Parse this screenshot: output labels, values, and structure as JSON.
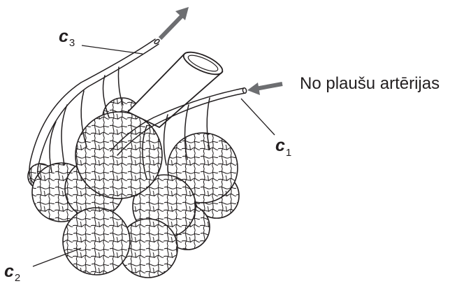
{
  "labels": {
    "c3": {
      "letter": "c",
      "subscript": "3"
    },
    "c1": {
      "letter": "c",
      "subscript": "1"
    },
    "c2": {
      "letter": "c",
      "subscript": "2"
    },
    "artery": "No plaušu artērijas"
  },
  "colors": {
    "line": "#231f20",
    "arrow": "#6d6e71",
    "background": "#ffffff"
  }
}
